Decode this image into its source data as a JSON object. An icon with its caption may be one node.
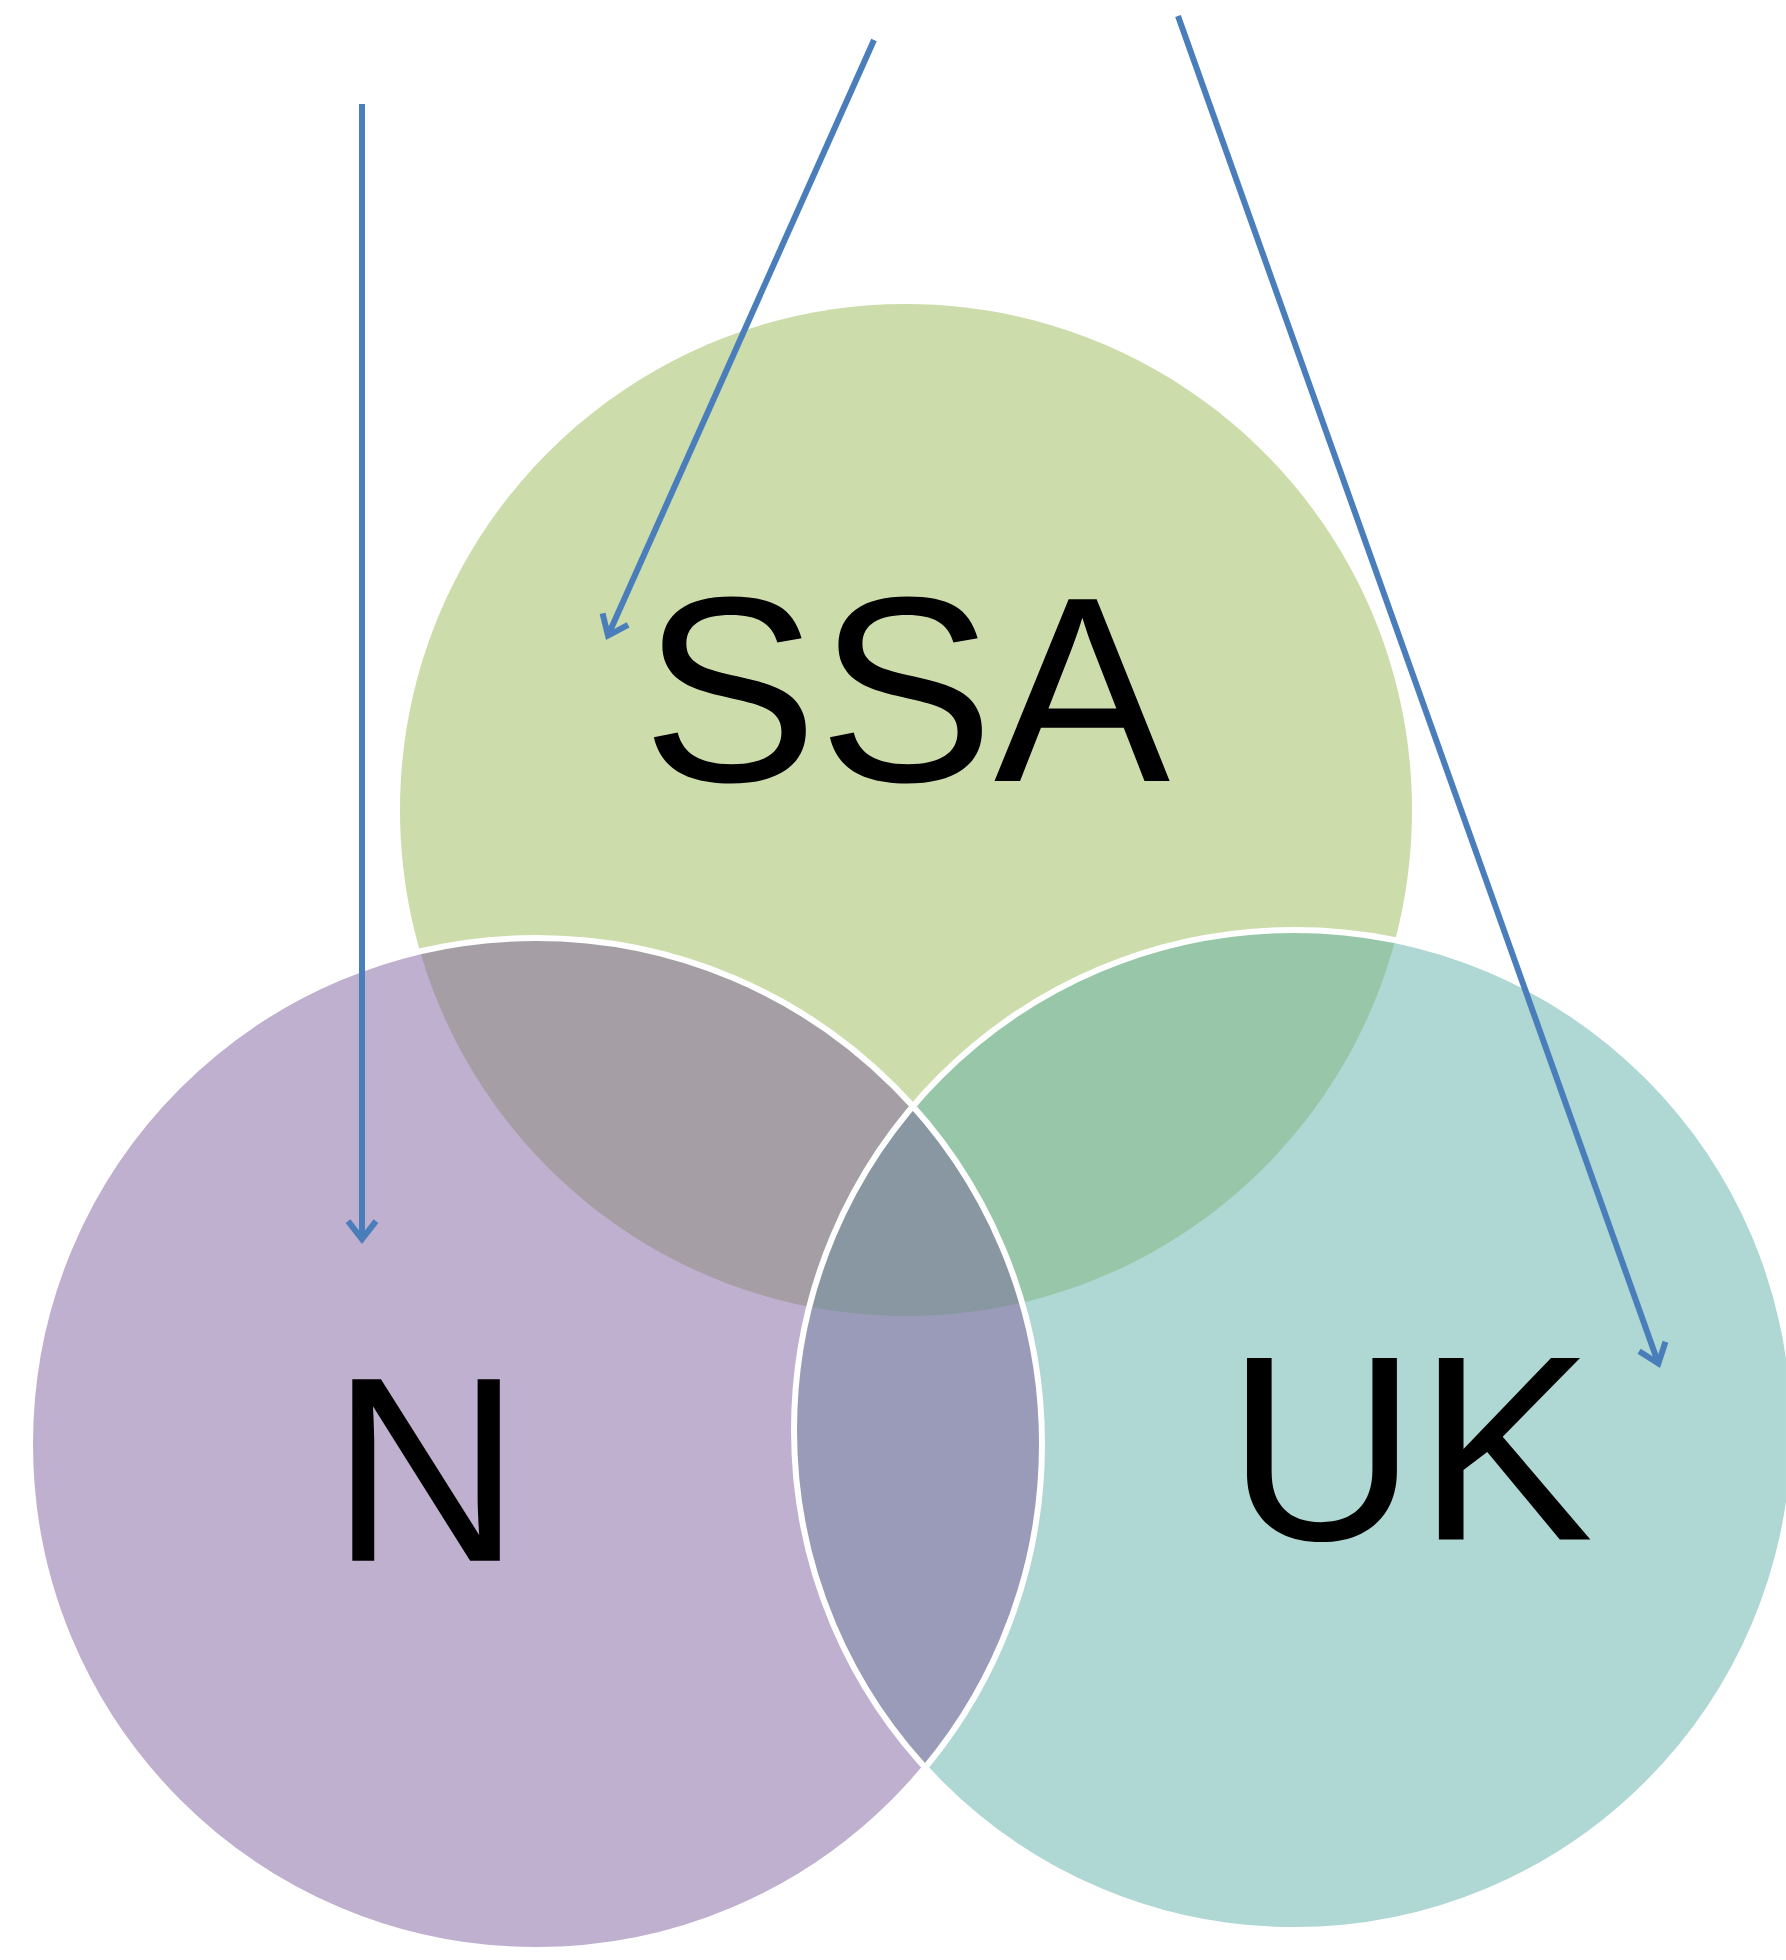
{
  "diagram": {
    "nodes": [
      {
        "text": [
          "SSA"
        ]
      },
      {
        "text": [
          "N"
        ]
      },
      {
        "text": [
          "UK"
        ]
      }
    ],
    "edges": [
      {
        "from": null,
        "to": 0,
        "arrow": "to"
      },
      {
        "from": null,
        "to": 1,
        "arrow": "to"
      },
      {
        "from": null,
        "to": 2,
        "arrow": "to"
      }
    ]
  }
}
